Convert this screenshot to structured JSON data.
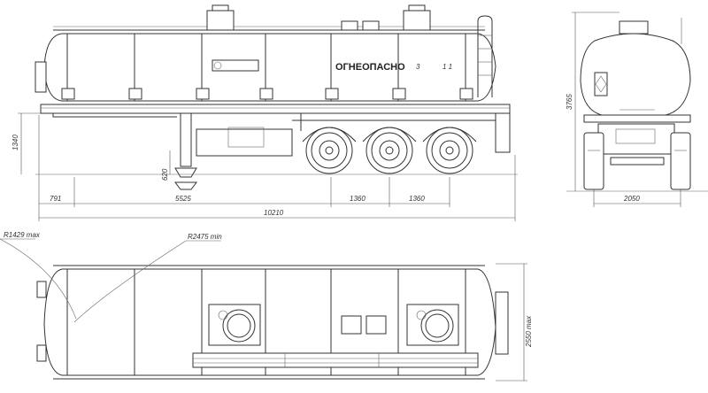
{
  "side_view": {
    "hazard_text": "ОГНЕОПАСНО",
    "hazard_number": "3",
    "placard_text": "1 1"
  },
  "dimensions": {
    "front_overhang": "791",
    "kingpin_to_axle": "5525",
    "axle_spacing_1": "1360",
    "axle_spacing_2": "1360",
    "overall_length": "10210",
    "fifth_wheel_height": "1340",
    "leg_height": "620",
    "overall_height": "3765",
    "track_width": "2050",
    "overall_width": "2550 max",
    "turn_radius_front": "R1429 max",
    "turn_radius_rear": "R2475 min"
  }
}
